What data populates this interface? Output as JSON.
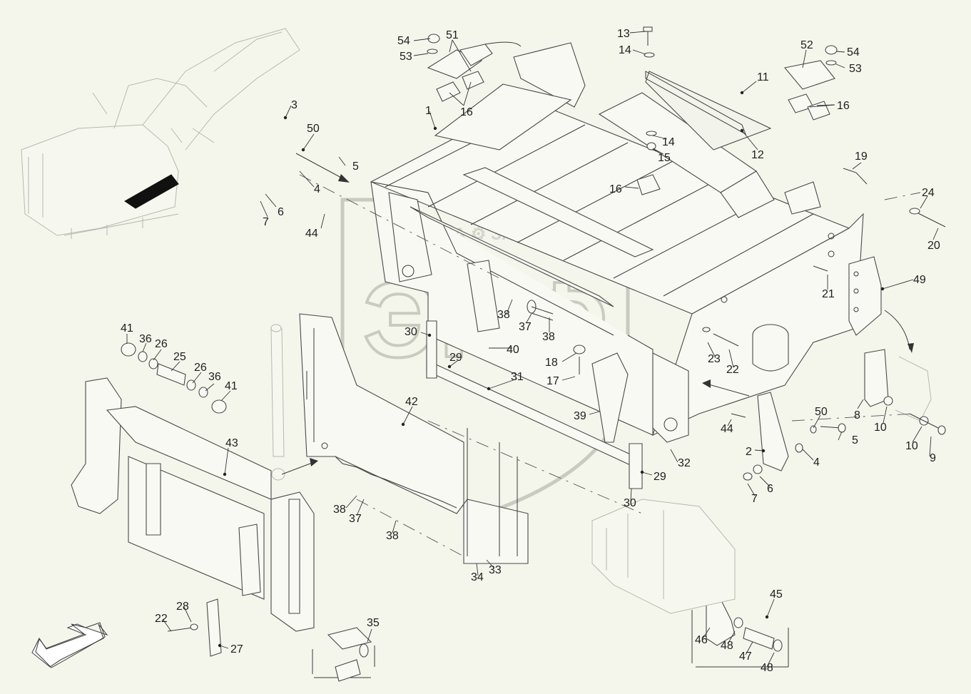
{
  "watermark": {
    "text": "ТЕХНИКА  ⚙  ЗАПЧАСТИ",
    "logo": "ЭПФ"
  },
  "callouts": [
    "54",
    "51",
    "53",
    "16",
    "1",
    "3",
    "50",
    "5",
    "4",
    "7",
    "6",
    "44",
    "13",
    "14",
    "11",
    "12",
    "14",
    "15",
    "16",
    "52",
    "54",
    "53",
    "16",
    "19",
    "24",
    "20",
    "21",
    "49",
    "41",
    "36",
    "26",
    "25",
    "26",
    "36",
    "41",
    "30",
    "29",
    "31",
    "42",
    "38",
    "37",
    "38",
    "40",
    "18",
    "17",
    "39",
    "23",
    "22",
    "43",
    "8",
    "10",
    "50",
    "5",
    "2",
    "4",
    "6",
    "7",
    "44",
    "9",
    "10",
    "32",
    "29",
    "30",
    "38",
    "37",
    "38",
    "34",
    "33",
    "22",
    "28",
    "27",
    "35",
    "45",
    "46",
    "48",
    "47",
    "48"
  ]
}
